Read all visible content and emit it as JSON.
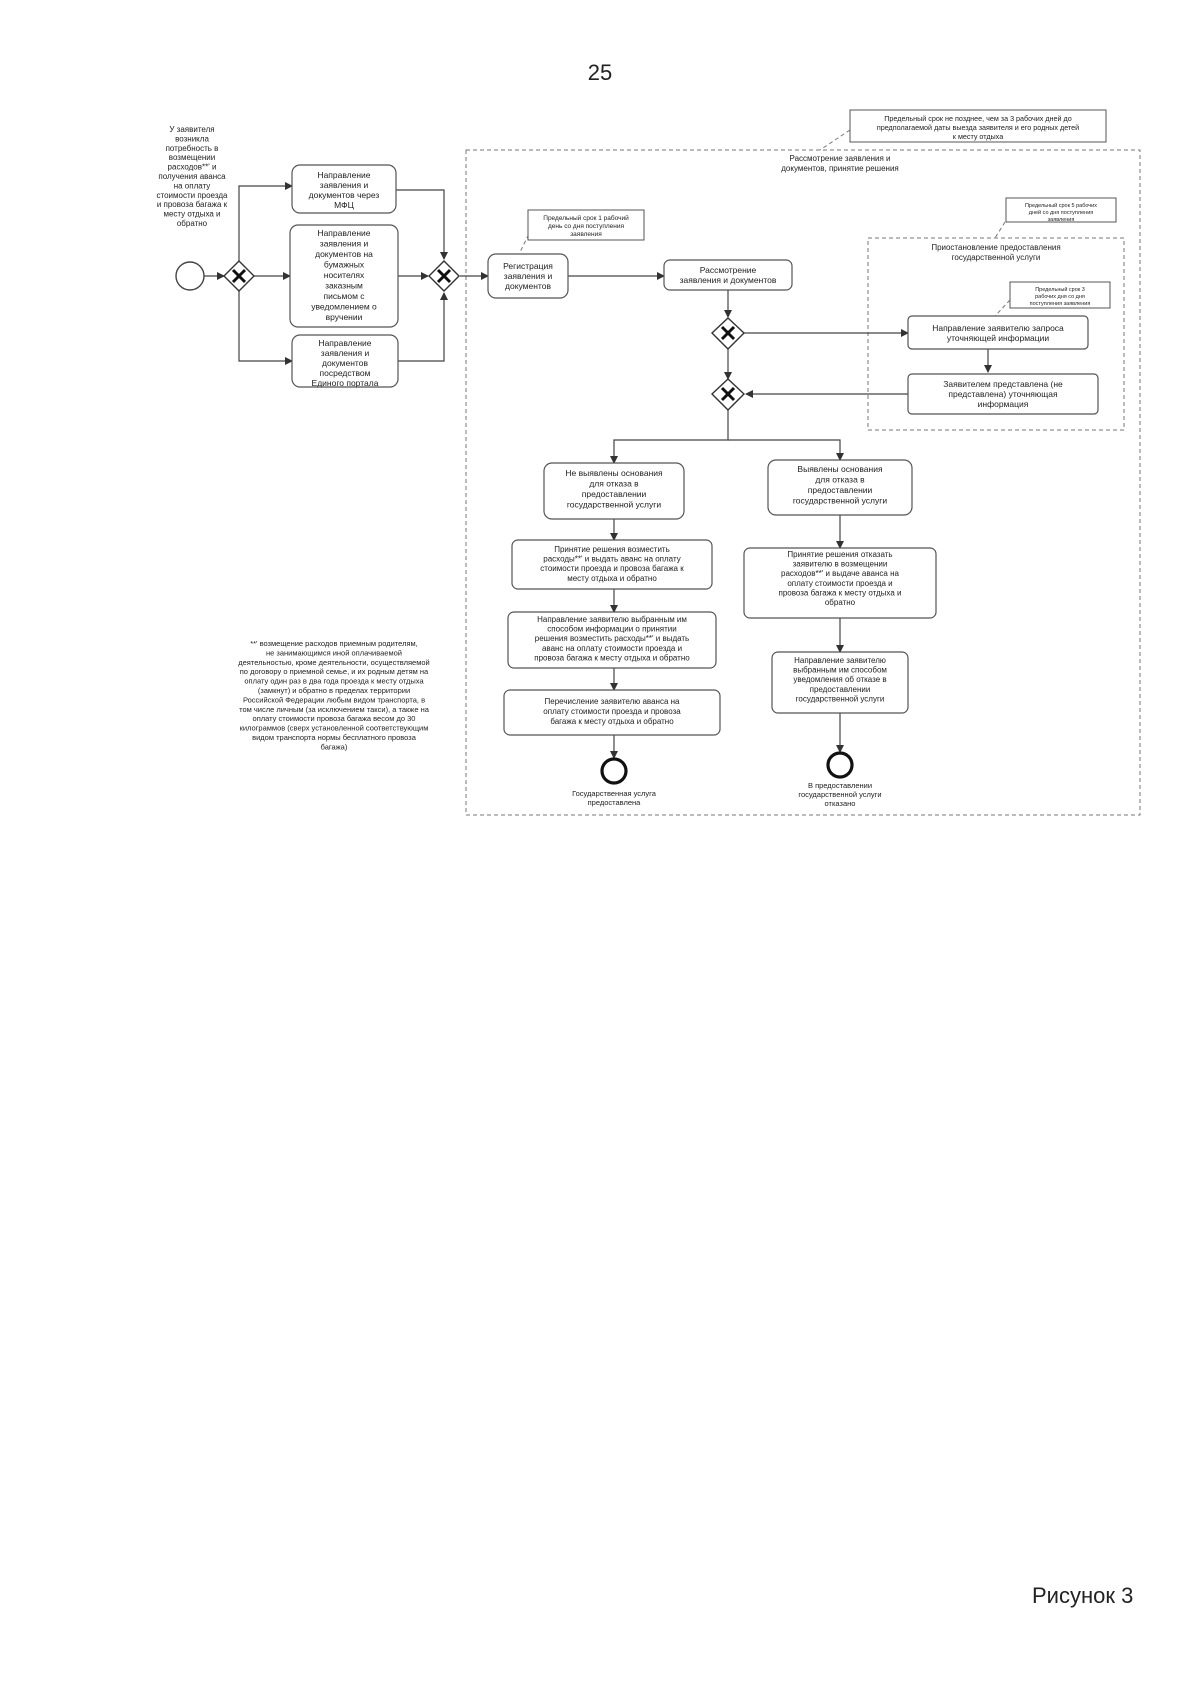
{
  "page": {
    "number": "25",
    "caption": "Рисунок 3"
  },
  "diagram": {
    "initiator": [
      "У заявителя",
      "возникла",
      "потребность в",
      "возмещении",
      "расходов**' и",
      "получения аванса",
      "на оплату",
      "стоимости проезда",
      "и провоза багажа к",
      "месту отдыха и",
      "обратно"
    ],
    "submit_mfc": [
      "Направление",
      "заявления и",
      "документов через",
      "МФЦ"
    ],
    "submit_mail": [
      "Направление",
      "заявления и",
      "документов на",
      "бумажных",
      "носителях",
      "заказным",
      "письмом с",
      "уведомлением о",
      "вручении"
    ],
    "submit_portal": [
      "Направление",
      "заявления и",
      "документов",
      "посредством",
      "Единого портала"
    ],
    "deadline_note": [
      "Предельный срок не позднее, чем за 3 рабочих дней до",
      "предполагаемой даты выезда заявителя и его родных детей",
      "к месту отдыха"
    ],
    "review_pool": [
      "Рассмотрение заявления и",
      "документов, принятие решения"
    ],
    "registration_note": [
      "Предельный срок 1 рабочий",
      "день со дня поступления",
      "заявления"
    ],
    "registration": [
      "Регистрация",
      "заявления и",
      "документов"
    ],
    "review": [
      "Рассмотрение",
      "заявления и документов"
    ],
    "suspension_note": [
      "Предельный срок 5 рабочих",
      "дней со дня поступления",
      "заявления"
    ],
    "suspension_pool": [
      "Приостановление предоставления",
      "государственной услуги"
    ],
    "request_note": [
      "Предельный срок 3",
      "рабочих дня со дня",
      "поступления заявления"
    ],
    "request_info": [
      "Направление заявителю запроса",
      "уточняющей информации"
    ],
    "info_provided": [
      "Заявителем представлена (не",
      "представлена) уточняющая",
      "информация"
    ],
    "no_grounds": [
      "Не выявлены основания",
      "для отказа в",
      "предоставлении",
      "государственной услуги"
    ],
    "grounds_found": [
      "Выявлены основания",
      "для отказа в",
      "предоставлении",
      "государственной услуги"
    ],
    "decision_approve": [
      "Принятие решения возместить",
      "расходы**' и выдать аванс на оплату",
      "стоимости проезда и провоза багажа к",
      "месту отдыха и обратно"
    ],
    "decision_refuse": [
      "Принятие решения отказать",
      "заявителю в возмещении",
      "расходов**' и выдаче аванса на",
      "оплату стоимости проезда и",
      "провоза багажа к месту отдыха и",
      "обратно"
    ],
    "notify_approve": [
      "Направление заявителю выбранным им",
      "способом информации о принятии",
      "решения возместить расходы**' и выдать",
      "аванс на оплату стоимости проезда и",
      "провоза багажа к месту отдыха и обратно"
    ],
    "notify_refuse": [
      "Направление заявителю",
      "выбранным им способом",
      "уведомления об отказе в",
      "предоставлении",
      "государственной услуги"
    ],
    "transfer": [
      "Перечисление заявителю аванса на",
      "оплату стоимости проезда и провоза",
      "багажа к месту отдыха и обратно"
    ],
    "end_granted": [
      "Государственная услуга",
      "предоставлена"
    ],
    "end_refused": [
      "В предоставлении",
      "государственной услуги",
      "отказано"
    ],
    "footnote": [
      "**' возмещение расходов приемным родителям,",
      "не занимающимся иной оплачиваемой",
      "деятельностью, кроме деятельности, осуществляемой",
      "по договору о приемной семье, и их родным детям на",
      "оплату один раз в два года проезда к месту отдыха",
      "(замкнут) и обратно в пределах территории",
      "Российской Федерации любым видом транспорта, в",
      "том числе личным (за исключением такси), а также на",
      "оплату стоимости провоза багажа весом до 30",
      "килограммов (сверх установленной соответствующим",
      "видом транспорта нормы бесплатного провоза",
      "багажа)"
    ]
  }
}
